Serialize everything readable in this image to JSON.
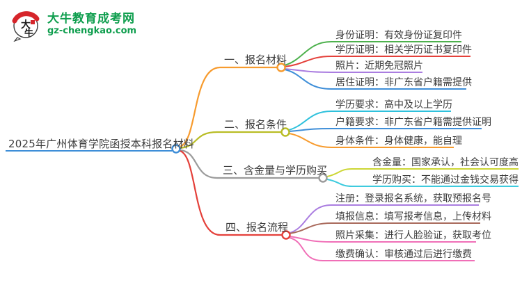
{
  "logo": {
    "icon": "daniu-cow-badge-icon",
    "title": "大牛教育成考网",
    "url": "gz-chengkao.com",
    "brand_color": "#0f9e4e"
  },
  "root": {
    "label": "2025年广州体育学院函授本科报名材料",
    "color": "#3e8ed8"
  },
  "branches": [
    {
      "label": "一、报名材料",
      "color": "#f79b2e",
      "leaves": [
        {
          "label": "身份证明：有效身份证复印件",
          "color": "#4db14d"
        },
        {
          "label": "学历证明：相关学历证书复印件",
          "color": "#e4403a"
        },
        {
          "label": "照片：近期免冠照片",
          "color": "#aa7de0"
        },
        {
          "label": "居住证明：非广东省户籍需提供",
          "color": "#3e8ed8"
        }
      ]
    },
    {
      "label": "二、报名条件",
      "color": "#b9bd25",
      "leaves": [
        {
          "label": "学历要求：高中及以上学历",
          "color": "#2fc1dc"
        },
        {
          "label": "户籍要求：非广东省户籍需提供证明",
          "color": "#3e8ed8"
        },
        {
          "label": "身体条件：身体健康，能自理",
          "color": "#f79b2e"
        }
      ]
    },
    {
      "label": "三、含金量与学历购买",
      "color": "#9b9b9b",
      "leaves": [
        {
          "label": "含金量：国家承认，社会认可度高",
          "color": "#ccd633"
        },
        {
          "label": "学历购买：不能通过金钱交易获得",
          "color": "#3ecbde"
        }
      ]
    },
    {
      "label": "四、报名流程",
      "color": "#e4403a",
      "leaves": [
        {
          "label": "注册：登录报名系统，获取预报名号",
          "color": "#aa7de0"
        },
        {
          "label": "填报信息：填写报考信息，上传材料",
          "color": "#a96a5c"
        },
        {
          "label": "照片采集：进行人脸验证，获取考位",
          "color": "#f06fb7"
        },
        {
          "label": "缴费确认：审核通过后进行缴费",
          "color": "#f06fb7"
        }
      ]
    }
  ]
}
